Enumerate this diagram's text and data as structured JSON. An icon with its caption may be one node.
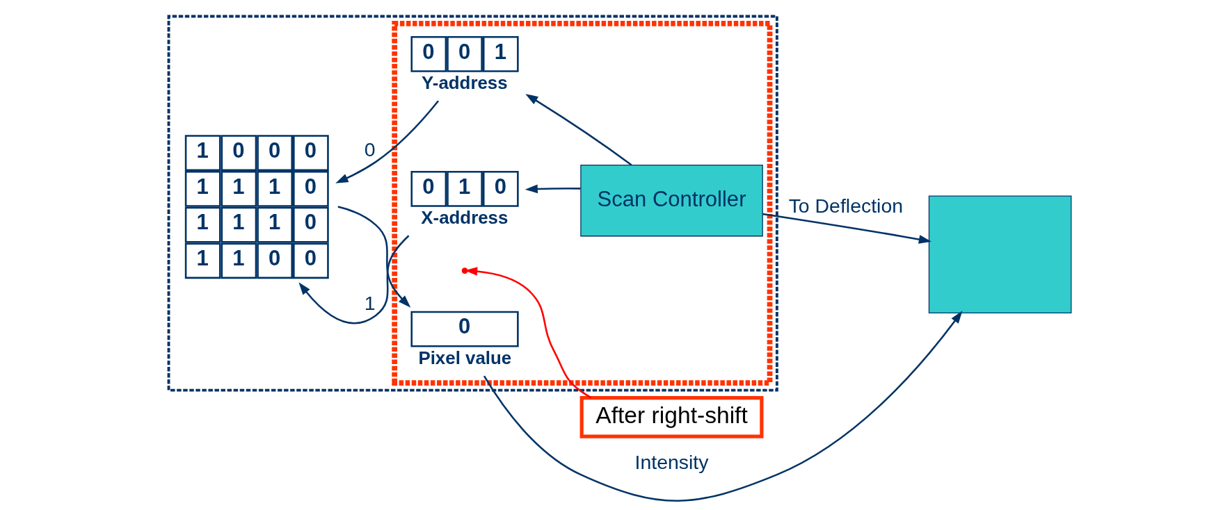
{
  "diagram": {
    "nodes": [
      {
        "text": [],
        "shape": "box"
      },
      {
        "text": [],
        "shape": "box",
        "in": 0
      },
      {
        "text": [
          "1",
          "0",
          "0",
          "0",
          "1",
          "1",
          "1",
          "0",
          "1",
          "1",
          "1",
          "0",
          "1",
          "1",
          "0",
          "0"
        ],
        "in": 0
      },
      {
        "text": [
          "0",
          "1",
          "0"
        ],
        "beside": [
          "X-address"
        ],
        "in": 1
      },
      {
        "text": [
          "0",
          "0",
          "1"
        ],
        "beside": [
          "Y-address"
        ],
        "in": 1
      },
      {
        "text": [
          "Scan Controller"
        ],
        "in": 1
      },
      {
        "text": [
          "0"
        ],
        "beside": [
          "Pixel value"
        ],
        "in": 1
      },
      {
        "text": [],
        "shape": "box"
      },
      {
        "text": [
          "After right-shift"
        ]
      }
    ],
    "edges": [
      {
        "from": 5,
        "to": 3,
        "arrow": "to"
      },
      {
        "from": 5,
        "to": 4,
        "arrow": "to"
      },
      {
        "from": 3,
        "to": 2,
        "arrow": "to",
        "label": "1"
      },
      {
        "from": 4,
        "to": 2,
        "arrow": "to",
        "label": "0"
      },
      {
        "from": 2,
        "to": 6,
        "arrow": "to"
      },
      {
        "from": 6,
        "to": 7,
        "arrow": "to",
        "label": "Intensity"
      },
      {
        "from": 5,
        "to": 7,
        "arrow": "to",
        "label": "To Deflection"
      },
      {
        "from": 8,
        "to": null,
        "arrow": "to",
        "color": "#ff0000"
      }
    ]
  }
}
